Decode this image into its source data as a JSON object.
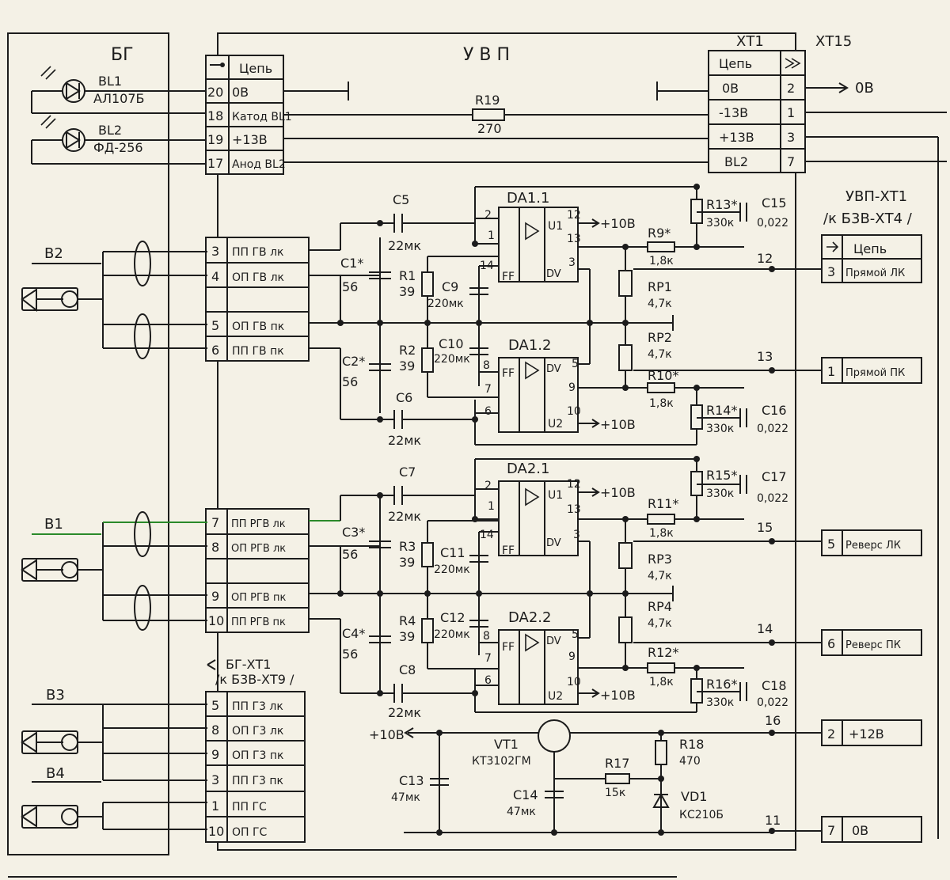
{
  "labels": {
    "bg": "БГ",
    "uvp": "У В П",
    "xt1": "ХТ1",
    "xt15": "ХТ15",
    "uvp_xt1": "УВП-ХТ1",
    "k_b3v_xt4": "/к Б3В-ХТ4 /",
    "bg_xt1": "БГ-ХТ1",
    "k_b3v_xt9": "/к Б3В-ХТ9 /",
    "out_0v": "0В"
  },
  "sensors": [
    {
      "name": "BL1",
      "type": "АЛ107Б"
    },
    {
      "name": "BL2",
      "type": "ФД-256"
    }
  ],
  "connectors": [
    "B2",
    "B1",
    "B3",
    "B4"
  ],
  "uvp_top_table": {
    "header": "Цепь",
    "rows": [
      {
        "pin": "20",
        "name": "0В"
      },
      {
        "pin": "18",
        "name": "Катод BL1"
      },
      {
        "pin": "19",
        "name": "+13В"
      },
      {
        "pin": "17",
        "name": "Анод BL2"
      }
    ]
  },
  "uvp_table": [
    {
      "pin": "3",
      "name": "ПП ГВ лк"
    },
    {
      "pin": "4",
      "name": "ОП ГВ лк"
    },
    {
      "pin": "5",
      "name": "ОП ГВ пк"
    },
    {
      "pin": "6",
      "name": "ПП ГВ пк"
    },
    {
      "pin": "7",
      "name": "ПП РГВ лк"
    },
    {
      "pin": "8",
      "name": "ОП РГВ лк"
    },
    {
      "pin": "9",
      "name": "ОП РГВ пк"
    },
    {
      "pin": "10",
      "name": "ПП РГВ пк"
    }
  ],
  "bg_table": [
    {
      "pin": "5",
      "name": "ПП Г3 лк"
    },
    {
      "pin": "8",
      "name": "ОП Г3 лк"
    },
    {
      "pin": "9",
      "name": "ОП Г3 пк"
    },
    {
      "pin": "3",
      "name": "ПП Г3 пк"
    },
    {
      "pin": "1",
      "name": "ПП ГС"
    },
    {
      "pin": "10",
      "name": "ОП ГС"
    }
  ],
  "xt1_table": {
    "header": "Цепь",
    "rows": [
      {
        "name": "0В",
        "pin": "2"
      },
      {
        "name": "-13В",
        "pin": "1"
      },
      {
        "name": "+13В",
        "pin": "3"
      },
      {
        "name": "BL2",
        "pin": "7"
      }
    ]
  },
  "right_table": {
    "header": "Цепь",
    "rows": [
      {
        "pin": "3",
        "name": "Прямой ЛК"
      },
      {
        "pin": "1",
        "name": "Прямой ПК"
      },
      {
        "pin": "5",
        "name": "Реверс ЛК"
      },
      {
        "pin": "6",
        "name": "Реверс ПК"
      },
      {
        "pin": "2",
        "name": "+12В"
      },
      {
        "pin": "7",
        "name": "0В"
      }
    ]
  },
  "opamps": [
    "DA1.1",
    "DA1.2",
    "DA2.1",
    "DA2.2"
  ],
  "components": {
    "r19": {
      "ref": "R19",
      "val": "270"
    },
    "c5": {
      "ref": "C5",
      "val": "22мк"
    },
    "c6": {
      "ref": "C6",
      "val": "22мк"
    },
    "c7": {
      "ref": "C7",
      "val": "22мк"
    },
    "c8": {
      "ref": "C8",
      "val": "22мк"
    },
    "c1": {
      "ref": "C1*",
      "val": "56"
    },
    "c2": {
      "ref": "C2*",
      "val": "56"
    },
    "c3": {
      "ref": "C3*",
      "val": "56"
    },
    "c4": {
      "ref": "C4*",
      "val": "56"
    },
    "r1": {
      "ref": "R1",
      "val": "39"
    },
    "r2": {
      "ref": "R2",
      "val": "39"
    },
    "r3": {
      "ref": "R3",
      "val": "39"
    },
    "r4": {
      "ref": "R4",
      "val": "39"
    },
    "c9": {
      "ref": "C9",
      "val": "220мк"
    },
    "c10": {
      "ref": "C10",
      "val": "220мк"
    },
    "c11": {
      "ref": "C11",
      "val": "220мк"
    },
    "c12": {
      "ref": "C12",
      "val": "220мк"
    },
    "r13": {
      "ref": "R13*",
      "val": "330к"
    },
    "r14": {
      "ref": "R14*",
      "val": "330к"
    },
    "r15": {
      "ref": "R15*",
      "val": "330к"
    },
    "r16": {
      "ref": "R16*",
      "val": "330к"
    },
    "c15": {
      "ref": "C15",
      "val": "0,022"
    },
    "c16": {
      "ref": "C16",
      "val": "0,022"
    },
    "c17": {
      "ref": "C17",
      "val": "0,022"
    },
    "c18": {
      "ref": "C18",
      "val": "0,022"
    },
    "r9": {
      "ref": "R9*",
      "val": "1,8к"
    },
    "r10": {
      "ref": "R10*",
      "val": "1,8к"
    },
    "r11": {
      "ref": "R11*",
      "val": "1,8к"
    },
    "r12": {
      "ref": "R12*",
      "val": "1,8к"
    },
    "rp1": {
      "ref": "RP1",
      "val": "4,7к"
    },
    "rp2": {
      "ref": "RP2",
      "val": "4,7к"
    },
    "rp3": {
      "ref": "RP3",
      "val": "4,7к"
    },
    "rp4": {
      "ref": "RP4",
      "val": "4,7к"
    },
    "vt1": {
      "ref": "VT1",
      "val": "КТ3102ГМ"
    },
    "r17": {
      "ref": "R17",
      "val": "15к"
    },
    "r18": {
      "ref": "R18",
      "val": "470"
    },
    "vd1": {
      "ref": "VD1",
      "val": "КС210Б"
    },
    "c13": {
      "ref": "C13",
      "val": "47мк"
    },
    "c14": {
      "ref": "C14",
      "val": "47мк"
    }
  },
  "supply": {
    "plus10": "+10В"
  },
  "nodes": [
    "12",
    "13",
    "15",
    "14",
    "16",
    "11"
  ],
  "pins": {
    "p2": "2",
    "p1": "1",
    "p12": "12",
    "p13": "13",
    "p14": "14",
    "p3": "3",
    "p8": "8",
    "p7": "7",
    "p6": "6",
    "p5": "5",
    "p9": "9",
    "p10": "10",
    "ff": "FF",
    "dv": "DV",
    "u1": "U1",
    "u2": "U2"
  }
}
